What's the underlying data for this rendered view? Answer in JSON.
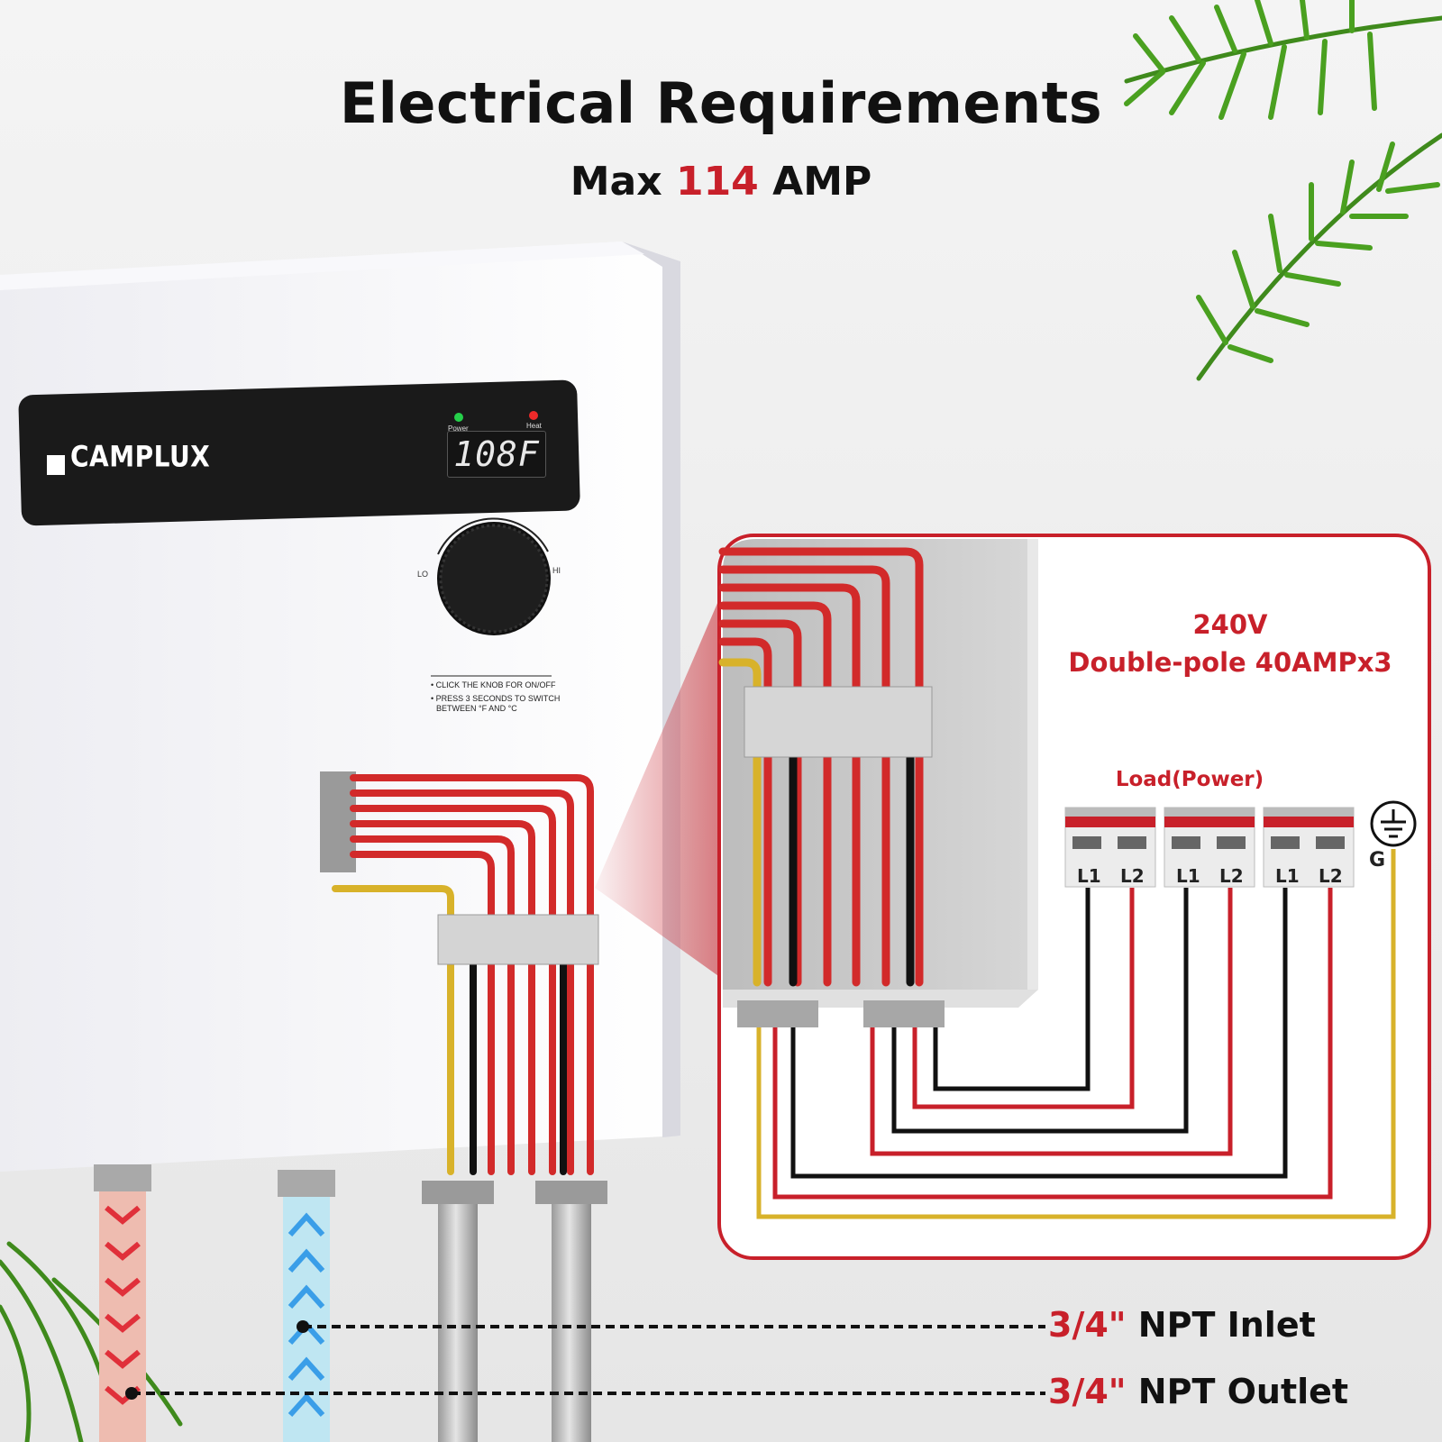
{
  "header": {
    "title": "Electrical Requirements",
    "subtitle_prefix": "Max",
    "subtitle_value": "114",
    "subtitle_suffix": "AMP"
  },
  "heater": {
    "brand": "CAMPLUX",
    "display_reading": "108F",
    "indicator_power": "Power",
    "indicator_heat": "Heat",
    "knob_lo": "LO",
    "knob_hi": "HI",
    "instruction_1": "• CLICK THE KNOB FOR ON/OFF",
    "instruction_2a": "• PRESS 3 SECONDS TO SWITCH",
    "instruction_2b": "BETWEEN °F AND °C"
  },
  "callout": {
    "voltage": "240V",
    "breaker": "Double-pole 40AMPx3",
    "load_label": "Load(Power)",
    "breakers": [
      {
        "l1": "L1",
        "l2": "L2"
      },
      {
        "l1": "L1",
        "l2": "L2"
      },
      {
        "l1": "L1",
        "l2": "L2"
      }
    ],
    "ground_label": "G"
  },
  "connections": [
    {
      "size": "3/4\"",
      "label": "NPT Inlet"
    },
    {
      "size": "3/4\"",
      "label": "NPT Outlet"
    }
  ],
  "colors": {
    "accent_red": "#c8202a",
    "wire_black": "#111111",
    "wire_yellow": "#d8b22a",
    "hot_water": "#e0303a",
    "cold_water": "#3a9ee8"
  }
}
